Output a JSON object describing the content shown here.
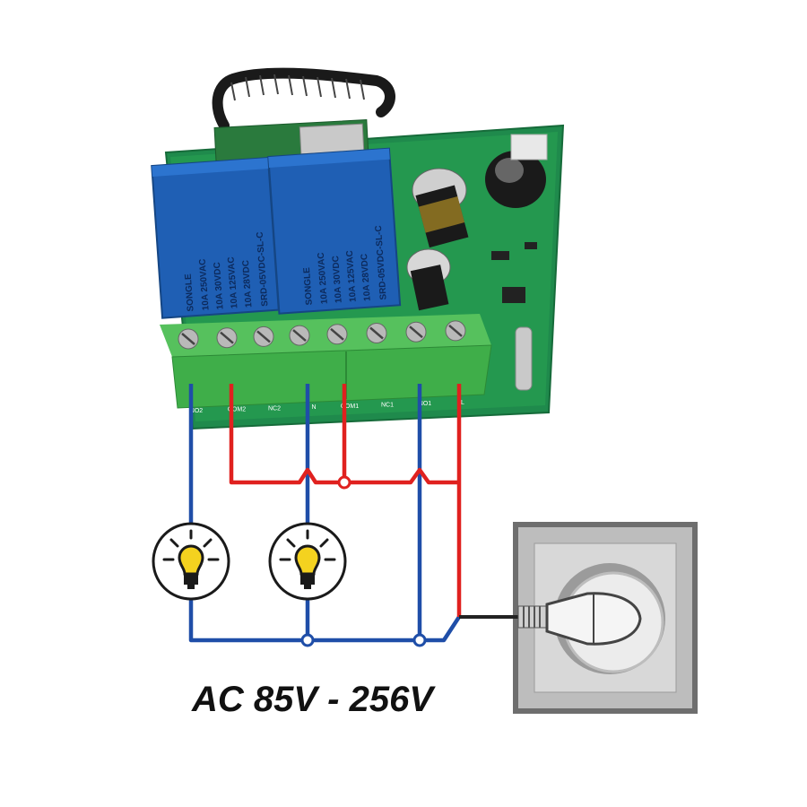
{
  "supply_voltage_label": "AC 85V - 256V",
  "relays": [
    {
      "brand": "SONGLE",
      "model": "SRD-05VDC-SL-C",
      "rating_1": "10A 250VAC",
      "rating_2": "10A 125VAC",
      "rating_3": "10A 30VDC",
      "rating_4": "10A 28VDC"
    },
    {
      "brand": "SONGLE",
      "model": "SRD-05VDC-SL-C",
      "rating_1": "10A 250VAC",
      "rating_2": "10A 125VAC",
      "rating_3": "10A 30VDC",
      "rating_4": "10A 28VDC"
    }
  ],
  "terminal_labels": [
    "NO2",
    "COM2",
    "NC2",
    "N",
    "COM1",
    "NC1",
    "NO1",
    "L"
  ],
  "colors": {
    "live_wire": "#e0211f",
    "neutral_wire": "#1f4ea8",
    "plug_wire": "#222222",
    "pcb": "#1f8a4c",
    "relay": "#1f5fb4",
    "terminal_block": "#3fae49"
  },
  "icons": [
    "bulb-icon",
    "bulb-icon",
    "wall-socket-icon",
    "plug-icon",
    "antenna-icon"
  ]
}
